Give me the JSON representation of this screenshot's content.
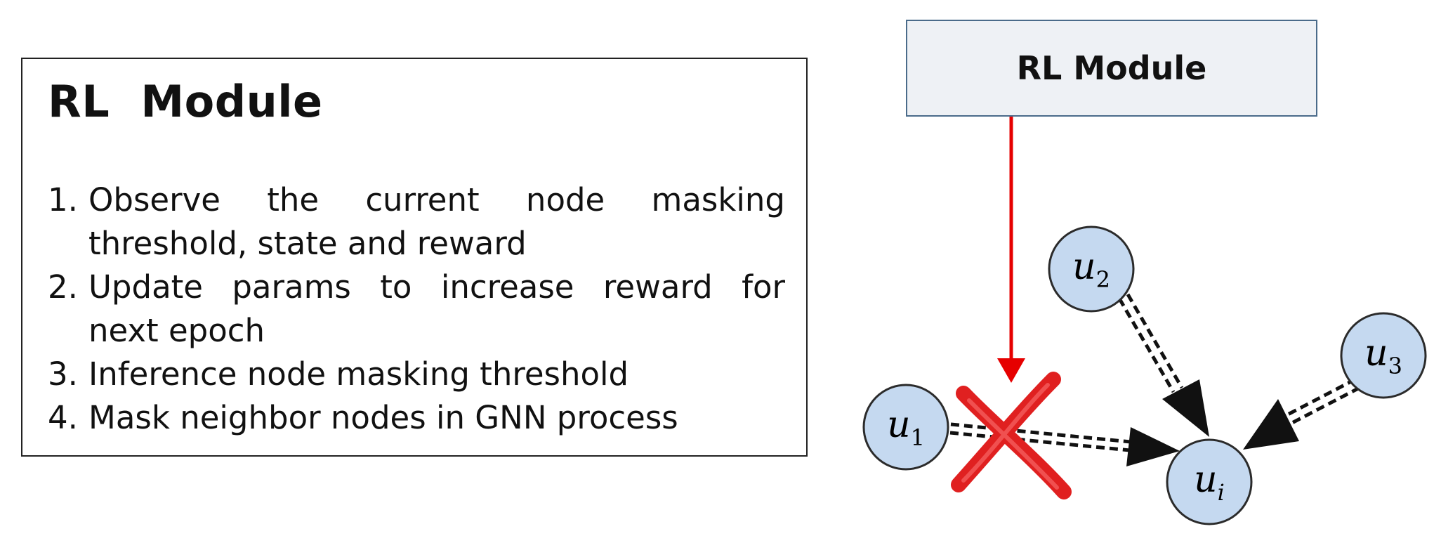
{
  "left_panel": {
    "heading": "RL  Module",
    "steps": [
      {
        "num": "1.",
        "lines": [
          "Observe the current node masking",
          "threshold, state and reward"
        ]
      },
      {
        "num": "2.",
        "lines": [
          "Update params to increase reward for",
          "next epoch"
        ]
      },
      {
        "num": "3.",
        "lines": [
          "Inference node masking threshold"
        ]
      },
      {
        "num": "4.",
        "lines": [
          "Mask neighbor nodes in GNN process"
        ]
      }
    ]
  },
  "diagram": {
    "module_label": "RL Module",
    "nodes": [
      {
        "id": "u1",
        "base": "u",
        "sub": "1"
      },
      {
        "id": "u2",
        "base": "u",
        "sub": "2"
      },
      {
        "id": "u3",
        "base": "u",
        "sub": "3"
      },
      {
        "id": "ui",
        "base": "u",
        "sub": "i"
      }
    ],
    "edges": [
      {
        "from": "u1",
        "to": "ui",
        "style": "dashed-double",
        "masked": true
      },
      {
        "from": "u2",
        "to": "ui",
        "style": "dashed-double",
        "masked": false
      },
      {
        "from": "u3",
        "to": "ui",
        "style": "dashed-double",
        "masked": false
      }
    ],
    "colors": {
      "node_fill": "#c5d9f0",
      "node_stroke": "#2b2b2b",
      "control_arrow": "#e60000",
      "mask_cross": "#e02020",
      "edge": "#111111",
      "module_fill": "#eef1f5",
      "module_border": "#4a6b8a"
    }
  }
}
